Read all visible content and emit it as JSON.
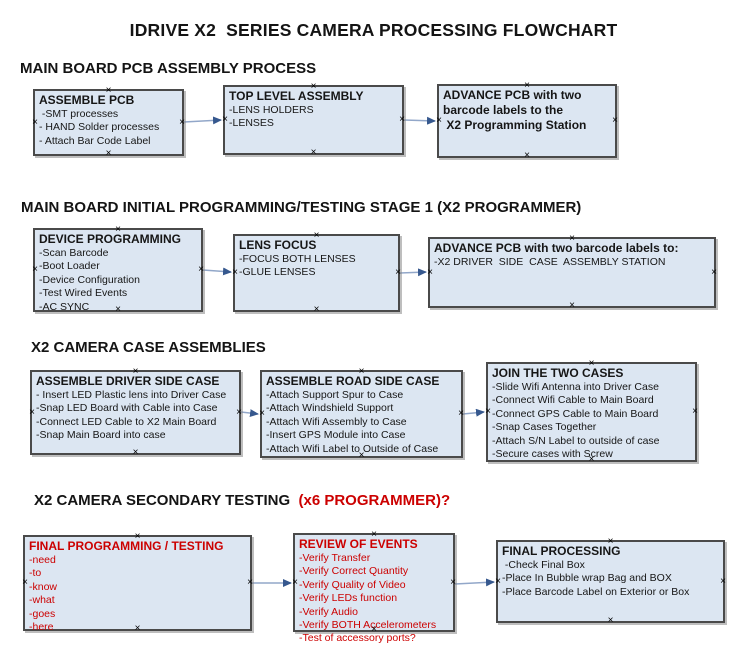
{
  "title": "IDRIVE X2  SERIES CAMERA PROCESSING FLOWCHART",
  "colors": {
    "red": "#CC0000",
    "box_fill": "#DCE6F2",
    "box_border": "#4A4A4A",
    "arrow_line": "#92A7C9",
    "arrow_head": "#36588E"
  },
  "glyphs": {
    "connection_handle": "×"
  },
  "sections": [
    {
      "header": "MAIN BOARD PCB ASSEMBLY PROCESS",
      "boxes": [
        {
          "title": "ASSEMBLE PCB",
          "lines": [
            " -SMT processes",
            "- HAND Solder processes",
            "- Attach Bar Code Label"
          ]
        },
        {
          "title": "TOP LEVEL ASSEMBLY",
          "lines": [
            "-LENS HOLDERS",
            "-LENSES"
          ]
        },
        {
          "title": "ADVANCE PCB with two\nbarcode labels to the\n X2 Programming Station",
          "lines": []
        }
      ]
    },
    {
      "header": "MAIN BOARD INITIAL PROGRAMMING/TESTING STAGE 1 (X2 PROGRAMMER)",
      "boxes": [
        {
          "title": "DEVICE PROGRAMMING",
          "lines": [
            "-Scan Barcode",
            "-Boot Loader",
            "-Device Configuration",
            "-Test Wired Events",
            "-AC SYNC"
          ]
        },
        {
          "title": "LENS FOCUS",
          "lines": [
            "-FOCUS BOTH LENSES",
            "-GLUE LENSES"
          ]
        },
        {
          "title": "ADVANCE PCB with two barcode labels to:",
          "lines": [
            "-X2 DRIVER  SIDE  CASE  ASSEMBLY STATION"
          ]
        }
      ]
    },
    {
      "header": "X2 CAMERA CASE ASSEMBLIES",
      "boxes": [
        {
          "title": "ASSEMBLE DRIVER SIDE CASE",
          "lines": [
            "- Insert LED Plastic lens into Driver Case",
            "-Snap LED Board with Cable into Case",
            "-Connect LED Cable to X2 Main Board",
            "-Snap Main Board into case"
          ]
        },
        {
          "title": "ASSEMBLE ROAD SIDE CASE",
          "lines": [
            "-Attach Support Spur to Case",
            "-Attach Windshield Support",
            "-Attach Wifi Assembly to Case",
            "-Insert GPS Module into Case",
            "-Attach Wifi Label to Outside of Case"
          ]
        },
        {
          "title": "JOIN THE TWO CASES",
          "lines": [
            "-Slide Wifi Antenna into Driver Case",
            "-Connect Wifi Cable to Main Board",
            "-Connect GPS Cable to Main Board",
            "-Snap Cases Together",
            "-Attach S/N Label to outside of case",
            "-Secure cases with Screw"
          ]
        }
      ]
    },
    {
      "header": "X2 CAMERA SECONDARY TESTING  ",
      "header_red": "(x6 PROGRAMMER)?",
      "boxes": [
        {
          "title": "FINAL PROGRAMMING / TESTING",
          "red": true,
          "lines": [
            "-need",
            "-to",
            "-know",
            "-what",
            "-goes",
            "-here"
          ]
        },
        {
          "title": "REVIEW OF EVENTS",
          "red": true,
          "lines": [
            "-Verify Transfer",
            "-Verify Correct Quantity",
            "-Verify Quality of Video",
            "-Verify LEDs function",
            "-Verify Audio",
            "-Verify BOTH Accelerometers",
            "-Test of accessory ports?"
          ]
        },
        {
          "title": "FINAL PROCESSING",
          "lines": [
            " -Check Final Box",
            "-Place In Bubble wrap Bag and BOX",
            "-Place Barcode Label on Exterior or Box"
          ]
        }
      ]
    }
  ]
}
